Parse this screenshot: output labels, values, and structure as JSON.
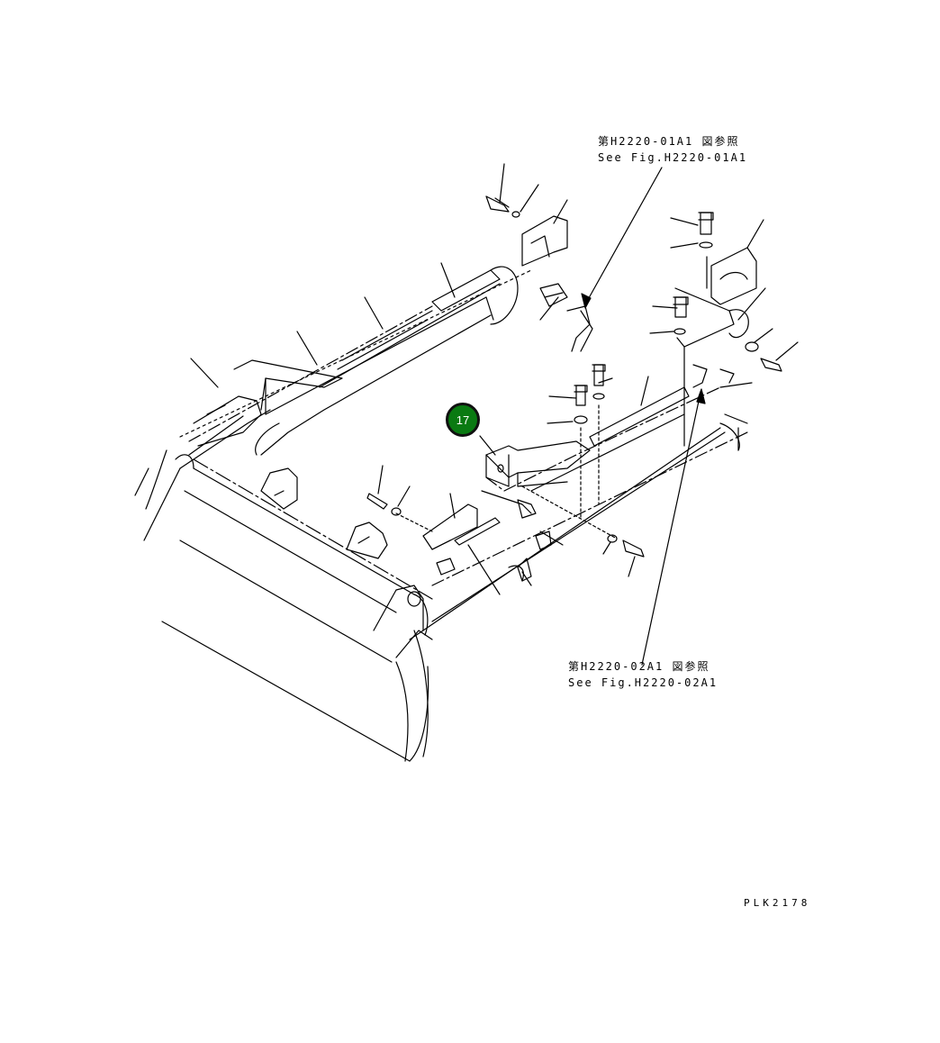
{
  "diagram": {
    "reference_top": {
      "line_jp": "第H2220-01A1 図参照",
      "line_en": "See Fig.H2220-01A1"
    },
    "reference_bottom": {
      "line_jp": "第H2220-02A1 図参照",
      "line_en": "See Fig.H2220-02A1"
    },
    "callout": {
      "label": "17",
      "color": "#0a7a12"
    },
    "drawing_code": "PLK2178"
  }
}
